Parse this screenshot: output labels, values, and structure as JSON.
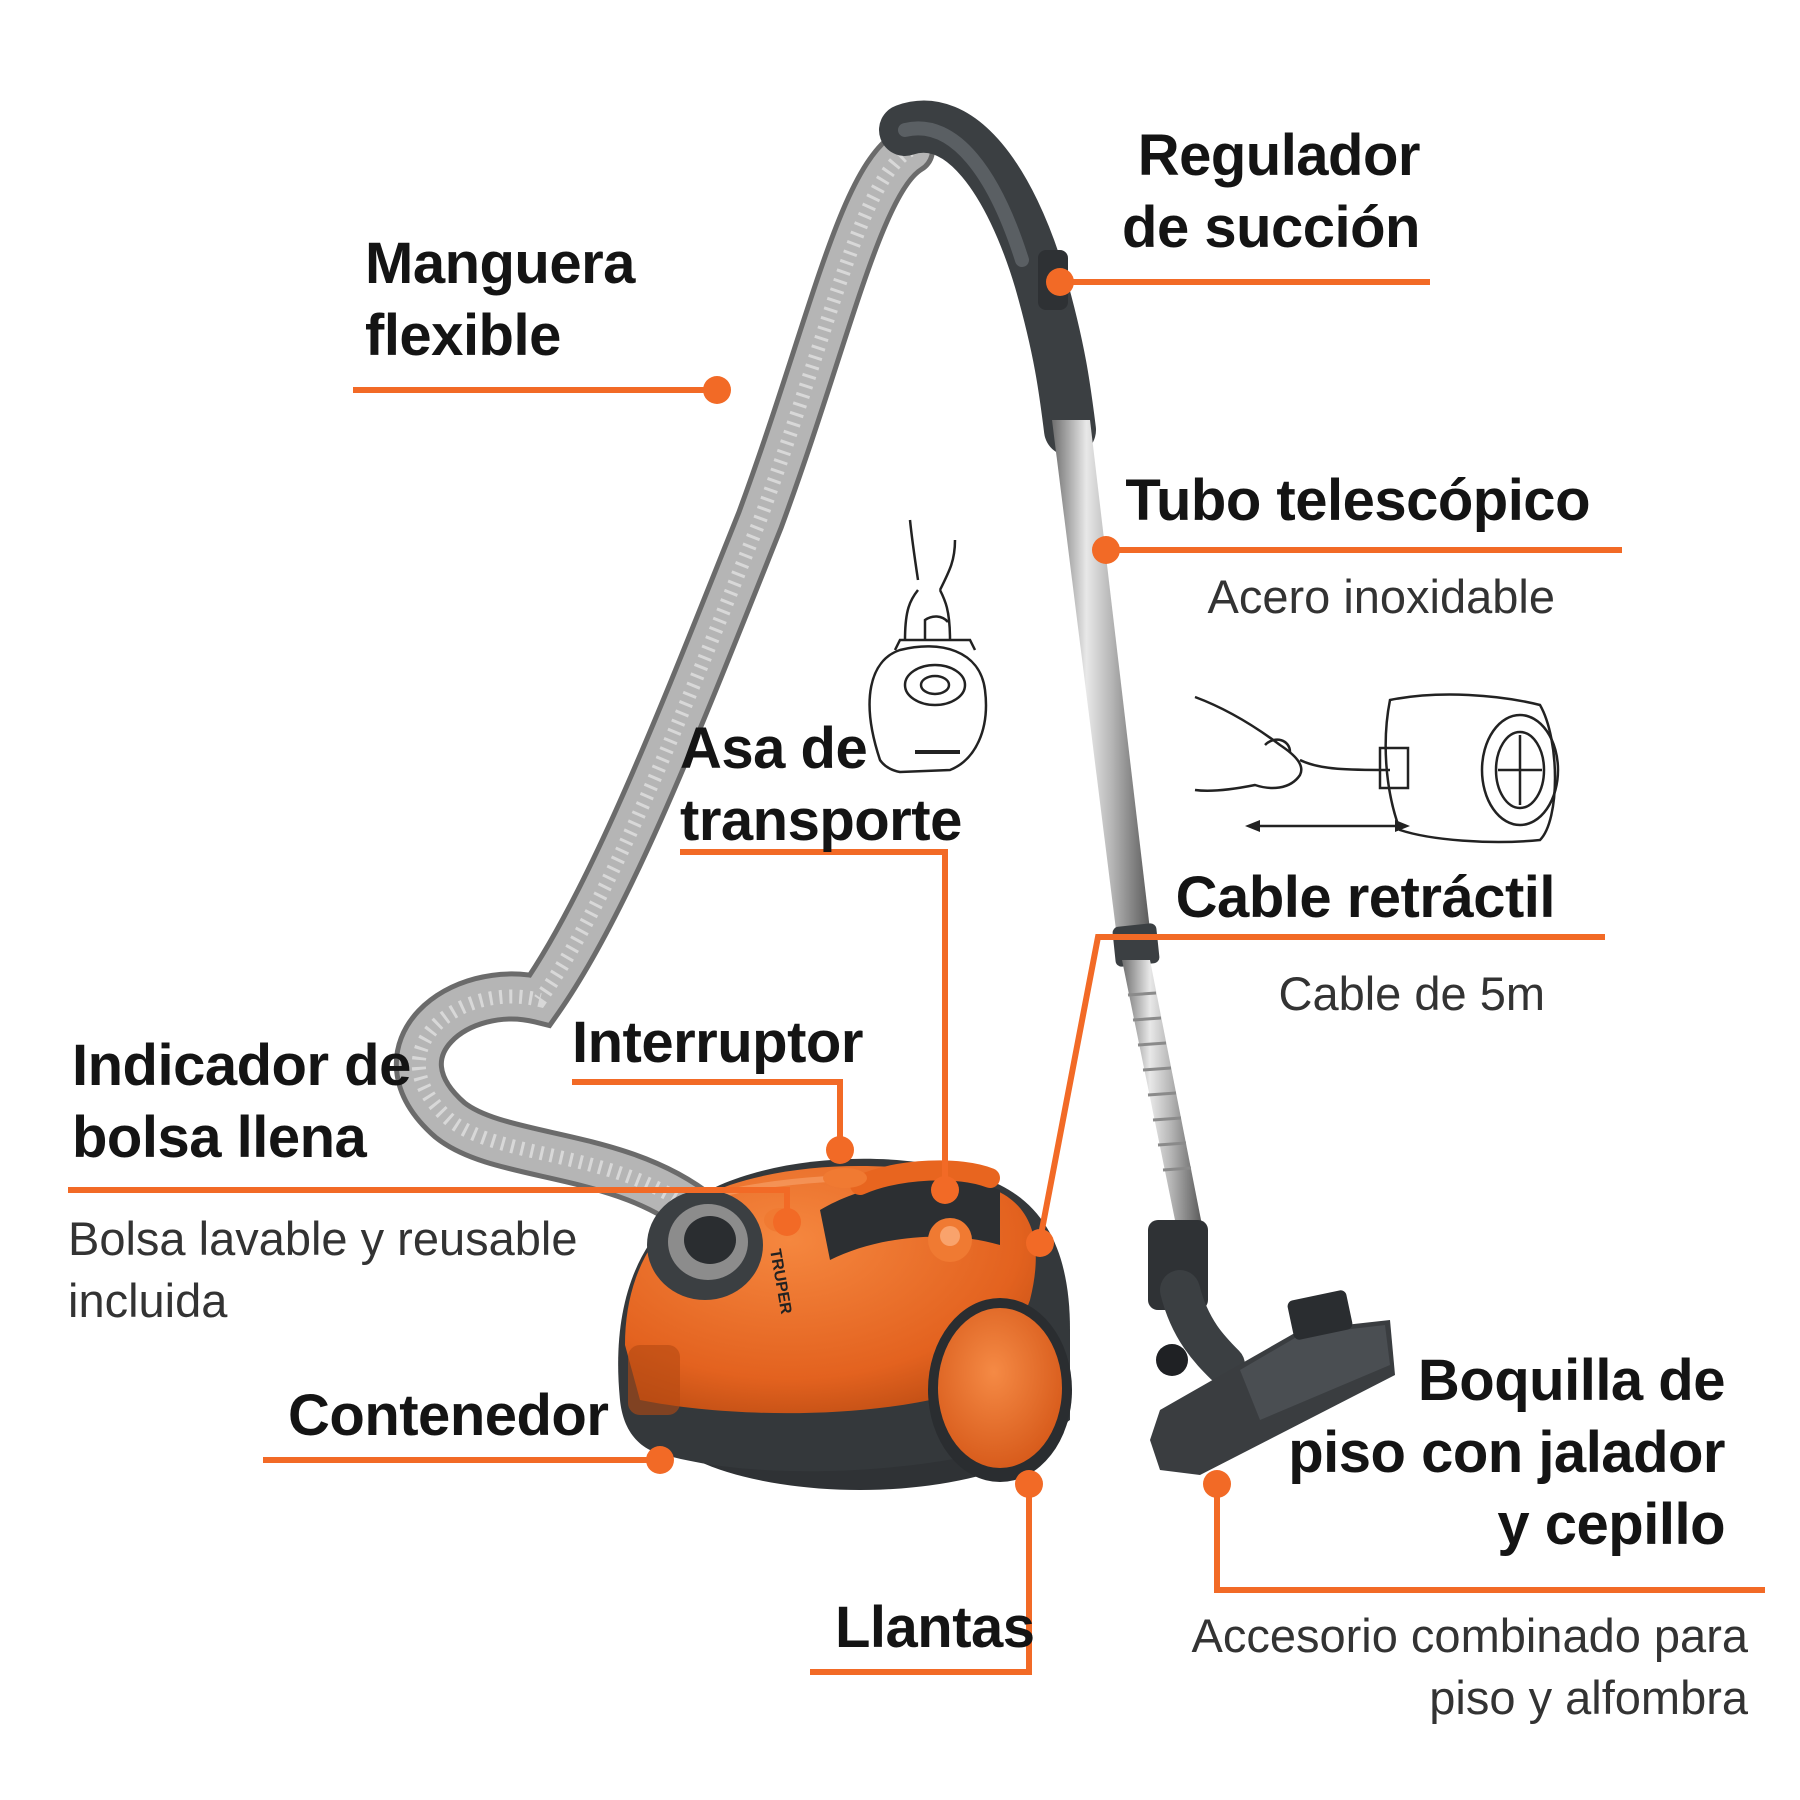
{
  "colors": {
    "accent": "#f26a26",
    "text": "#141414",
    "subtext": "#333333"
  },
  "labels": {
    "manguera": {
      "line1": "Manguera",
      "line2": "flexible"
    },
    "regulador": {
      "line1": "Regulador",
      "line2": "de succión"
    },
    "tubo": {
      "title": "Tubo telescópico",
      "sub": "Acero inoxidable"
    },
    "asa": {
      "line1": "Asa de",
      "line2": "transporte"
    },
    "cable": {
      "title": "Cable retráctil",
      "sub": "Cable de 5m"
    },
    "interruptor": {
      "title": "Interruptor"
    },
    "indicador": {
      "line1": "Indicador de",
      "line2": "bolsa llena",
      "sub1": "Bolsa lavable y reusable",
      "sub2": "incluida"
    },
    "contenedor": {
      "title": "Contenedor"
    },
    "llantas": {
      "title": "Llantas"
    },
    "boquilla": {
      "line1": "Boquilla de",
      "line2": "piso con jalador",
      "line3": "y cepillo",
      "sub1": "Accesorio combinado para",
      "sub2": "piso y alfombra"
    }
  },
  "product": {
    "brand": "TRUPER"
  }
}
